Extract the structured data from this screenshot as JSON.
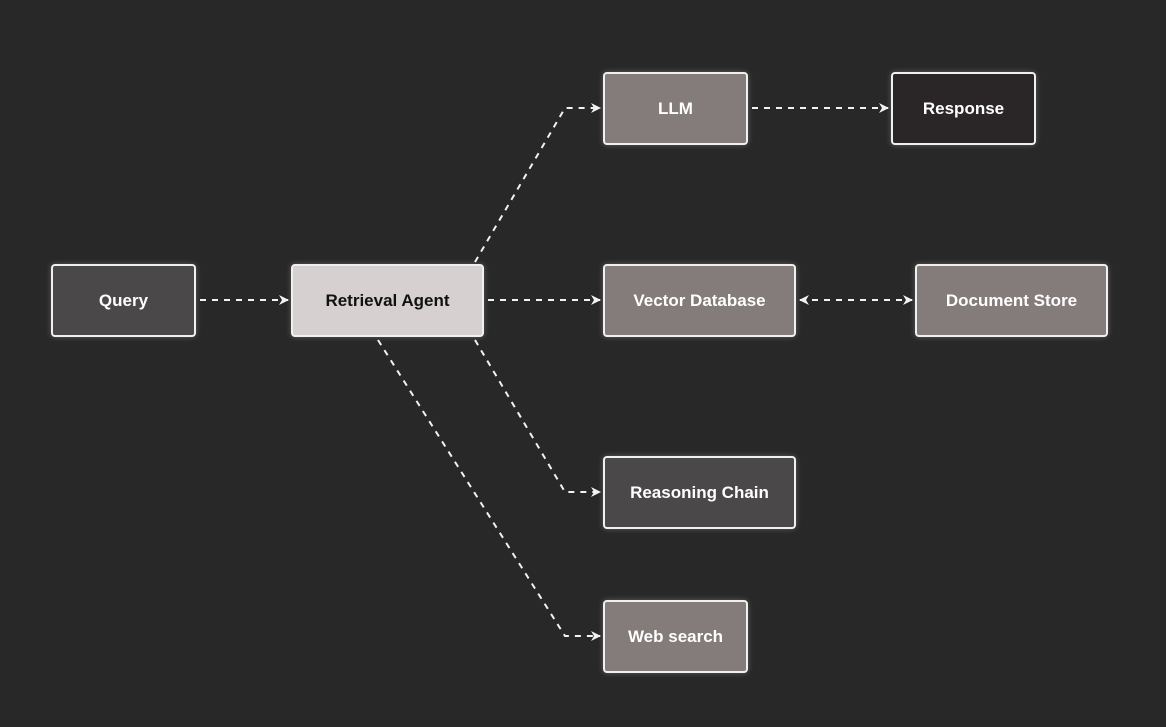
{
  "diagram": {
    "colors": {
      "background": "#282828",
      "edge": "#f2f2f2",
      "node_dark": "#4b4849",
      "node_mid": "#847b7b",
      "node_light": "#d6d0d0",
      "node_black": "#2a2627",
      "border": "#f0f0f0"
    },
    "nodes": {
      "query": {
        "label": "Query"
      },
      "retrieval_agent": {
        "label": "Retrieval Agent"
      },
      "llm": {
        "label": "LLM"
      },
      "response": {
        "label": "Response"
      },
      "vector_database": {
        "label": "Vector Database"
      },
      "document_store": {
        "label": "Document Store"
      },
      "reasoning_chain": {
        "label": "Reasoning Chain"
      },
      "web_search": {
        "label": "Web search"
      }
    },
    "edges": [
      {
        "from": "query",
        "to": "retrieval_agent",
        "style": "dashed",
        "arrow": "end"
      },
      {
        "from": "retrieval_agent",
        "to": "llm",
        "style": "dashed",
        "arrow": "end"
      },
      {
        "from": "llm",
        "to": "response",
        "style": "dashed",
        "arrow": "end"
      },
      {
        "from": "retrieval_agent",
        "to": "vector_database",
        "style": "dashed",
        "arrow": "end"
      },
      {
        "from": "vector_database",
        "to": "document_store",
        "style": "dashed",
        "arrow": "both"
      },
      {
        "from": "retrieval_agent",
        "to": "reasoning_chain",
        "style": "dashed",
        "arrow": "end"
      },
      {
        "from": "retrieval_agent",
        "to": "web_search",
        "style": "dashed",
        "arrow": "end"
      }
    ]
  }
}
